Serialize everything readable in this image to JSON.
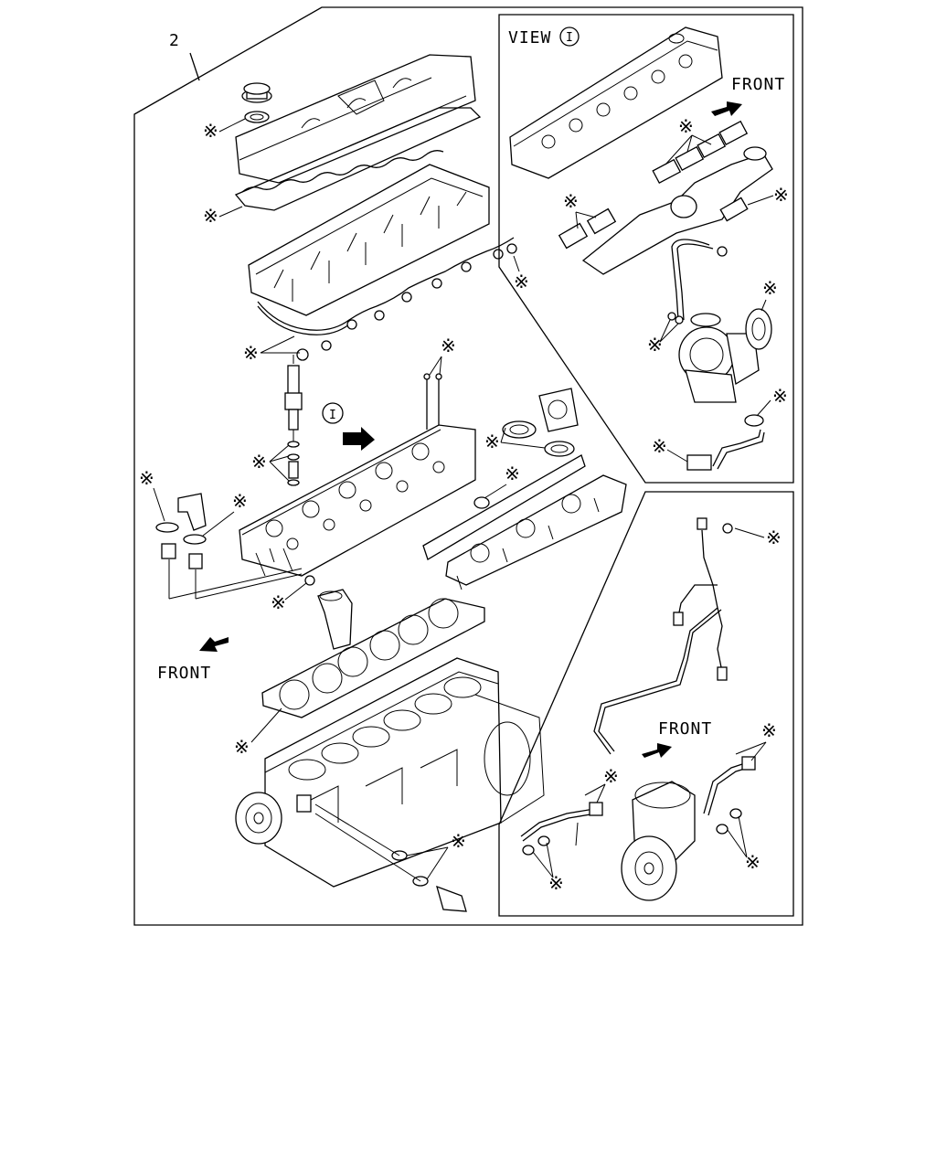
{
  "diagram": {
    "item_number": "2",
    "main_front_label": "FRONT",
    "view_marker": "I",
    "marker_symbol": "※",
    "inset_view": {
      "title_prefix": "VIEW",
      "title_marker": "I",
      "front_label": "FRONT"
    },
    "inset_compressor": {
      "front_label": "FRONT"
    }
  }
}
